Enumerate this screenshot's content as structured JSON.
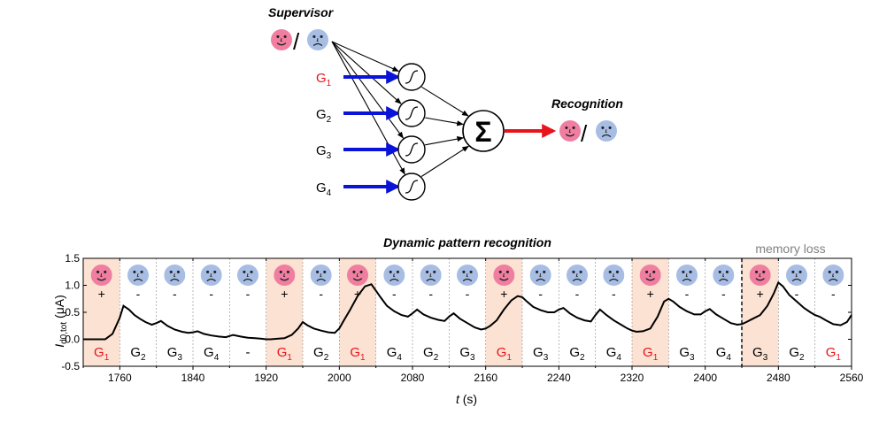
{
  "network": {
    "supervisor_label": "Supervisor",
    "recognition_label": "Recognition",
    "sum_symbol": "Σ",
    "slash": "/",
    "inputs": [
      {
        "letter": "G",
        "sub": "1",
        "highlight": true
      },
      {
        "letter": "G",
        "sub": "2",
        "highlight": false
      },
      {
        "letter": "G",
        "sub": "3",
        "highlight": false
      },
      {
        "letter": "G",
        "sub": "4",
        "highlight": false
      }
    ],
    "neuron_icon": "sigmoid-icon",
    "supervisor_icons": [
      "happy-face-icon",
      "sad-face-icon"
    ],
    "recognition_icons": [
      "happy-face-icon",
      "sad-face-icon"
    ]
  },
  "colors": {
    "happy_face": "#f07ea0",
    "sad_face": "#a7bde3",
    "input_arrow": "#0a14d8",
    "output_arrow": "#e8141c",
    "highlight_text": "#e8141c",
    "shade": "#fbe2d3",
    "memory_loss_text": "#808080",
    "trace": "#000000"
  },
  "chart_data": {
    "type": "line",
    "title": "Dynamic pattern recognition",
    "annotation": "memory loss",
    "annotation_x": 2440,
    "xlabel": {
      "italic": "t",
      "rest": " (s)"
    },
    "ylabel": {
      "main": "I",
      "sub": "d0,tot",
      "rest": " (μA)"
    },
    "xlim": [
      1720,
      2560
    ],
    "ylim": [
      -0.5,
      1.5
    ],
    "xticks": [
      1760,
      1840,
      1920,
      2000,
      2080,
      2160,
      2240,
      2320,
      2400,
      2480,
      2560
    ],
    "yticks": [
      "-0.5",
      "0.0",
      "0.5",
      "1.0",
      "1.5"
    ],
    "segments": [
      {
        "label_main": "G",
        "label_sub": "1",
        "face": "happy",
        "sign": "+",
        "shaded": true
      },
      {
        "label_main": "G",
        "label_sub": "2",
        "face": "sad",
        "sign": "-",
        "shaded": false
      },
      {
        "label_main": "G",
        "label_sub": "3",
        "face": "sad",
        "sign": "-",
        "shaded": false
      },
      {
        "label_main": "G",
        "label_sub": "4",
        "face": "sad",
        "sign": "-",
        "shaded": false
      },
      {
        "label_main": "-",
        "label_sub": "",
        "face": "sad",
        "sign": "-",
        "shaded": false
      },
      {
        "label_main": "G",
        "label_sub": "1",
        "face": "happy",
        "sign": "+",
        "shaded": true
      },
      {
        "label_main": "G",
        "label_sub": "2",
        "face": "sad",
        "sign": "-",
        "shaded": false
      },
      {
        "label_main": "G",
        "label_sub": "1",
        "face": "happy",
        "sign": "+",
        "shaded": true
      },
      {
        "label_main": "G",
        "label_sub": "4",
        "face": "sad",
        "sign": "-",
        "shaded": false
      },
      {
        "label_main": "G",
        "label_sub": "2",
        "face": "sad",
        "sign": "-",
        "shaded": false
      },
      {
        "label_main": "G",
        "label_sub": "3",
        "face": "sad",
        "sign": "-",
        "shaded": false
      },
      {
        "label_main": "G",
        "label_sub": "1",
        "face": "happy",
        "sign": "+",
        "shaded": true
      },
      {
        "label_main": "G",
        "label_sub": "3",
        "face": "sad",
        "sign": "-",
        "shaded": false
      },
      {
        "label_main": "G",
        "label_sub": "2",
        "face": "sad",
        "sign": "-",
        "shaded": false
      },
      {
        "label_main": "G",
        "label_sub": "4",
        "face": "sad",
        "sign": "-",
        "shaded": false
      },
      {
        "label_main": "G",
        "label_sub": "1",
        "face": "happy",
        "sign": "+",
        "shaded": true
      },
      {
        "label_main": "G",
        "label_sub": "3",
        "face": "sad",
        "sign": "-",
        "shaded": false
      },
      {
        "label_main": "G",
        "label_sub": "4",
        "face": "sad",
        "sign": "-",
        "shaded": false
      },
      {
        "label_main": "G",
        "label_sub": "3",
        "face": "happy",
        "sign": "+",
        "shaded": true
      },
      {
        "label_main": "G",
        "label_sub": "2",
        "face": "sad",
        "sign": "-",
        "shaded": false
      },
      {
        "label_main": "G",
        "label_sub": "1",
        "face": "sad",
        "sign": "-",
        "shaded": false
      }
    ],
    "series": [
      {
        "x": [
          1720,
          1728,
          1736,
          1744,
          1752,
          1760,
          1764,
          1770,
          1776,
          1782,
          1788,
          1795,
          1800,
          1805,
          1812,
          1820,
          1828,
          1835,
          1840,
          1845,
          1852,
          1860,
          1868,
          1876,
          1880,
          1884,
          1892,
          1900,
          1908,
          1915,
          1920,
          1925,
          1932,
          1940,
          1948,
          1955,
          1960,
          1965,
          1972,
          1980,
          1988,
          1995,
          2000,
          2005,
          2012,
          2020,
          2028,
          2035,
          2040,
          2045,
          2052,
          2060,
          2068,
          2075,
          2080,
          2085,
          2092,
          2100,
          2108,
          2115,
          2120,
          2125,
          2132,
          2140,
          2148,
          2155,
          2160,
          2165,
          2172,
          2180,
          2188,
          2195,
          2200,
          2205,
          2212,
          2220,
          2228,
          2235,
          2240,
          2245,
          2252,
          2260,
          2268,
          2275,
          2280,
          2285,
          2292,
          2300,
          2308,
          2315,
          2320,
          2325,
          2332,
          2340,
          2348,
          2355,
          2360,
          2365,
          2372,
          2380,
          2388,
          2395,
          2400,
          2405,
          2412,
          2420,
          2428,
          2435,
          2440,
          2445,
          2452,
          2460,
          2468,
          2475,
          2480,
          2485,
          2492,
          2500,
          2508,
          2515,
          2520,
          2525,
          2532,
          2540,
          2548,
          2555,
          2560
        ],
        "y": [
          0.0,
          0.0,
          0.0,
          0.0,
          0.1,
          0.4,
          0.62,
          0.55,
          0.45,
          0.38,
          0.32,
          0.27,
          0.3,
          0.34,
          0.25,
          0.18,
          0.14,
          0.12,
          0.13,
          0.15,
          0.1,
          0.07,
          0.05,
          0.04,
          0.06,
          0.08,
          0.05,
          0.03,
          0.02,
          0.01,
          0.0,
          0.0,
          0.01,
          0.02,
          0.08,
          0.2,
          0.32,
          0.26,
          0.2,
          0.16,
          0.13,
          0.12,
          0.2,
          0.35,
          0.55,
          0.8,
          0.98,
          1.02,
          0.9,
          0.78,
          0.62,
          0.52,
          0.45,
          0.42,
          0.48,
          0.55,
          0.46,
          0.4,
          0.36,
          0.34,
          0.42,
          0.48,
          0.38,
          0.3,
          0.22,
          0.18,
          0.2,
          0.25,
          0.35,
          0.55,
          0.72,
          0.8,
          0.78,
          0.7,
          0.6,
          0.54,
          0.5,
          0.5,
          0.55,
          0.58,
          0.48,
          0.4,
          0.35,
          0.33,
          0.45,
          0.55,
          0.45,
          0.35,
          0.27,
          0.2,
          0.16,
          0.14,
          0.15,
          0.2,
          0.42,
          0.7,
          0.75,
          0.7,
          0.6,
          0.52,
          0.46,
          0.46,
          0.52,
          0.56,
          0.46,
          0.38,
          0.3,
          0.27,
          0.28,
          0.32,
          0.38,
          0.45,
          0.62,
          0.85,
          1.05,
          0.98,
          0.82,
          0.7,
          0.58,
          0.5,
          0.45,
          0.42,
          0.35,
          0.28,
          0.26,
          0.32,
          0.45
        ]
      }
    ]
  }
}
